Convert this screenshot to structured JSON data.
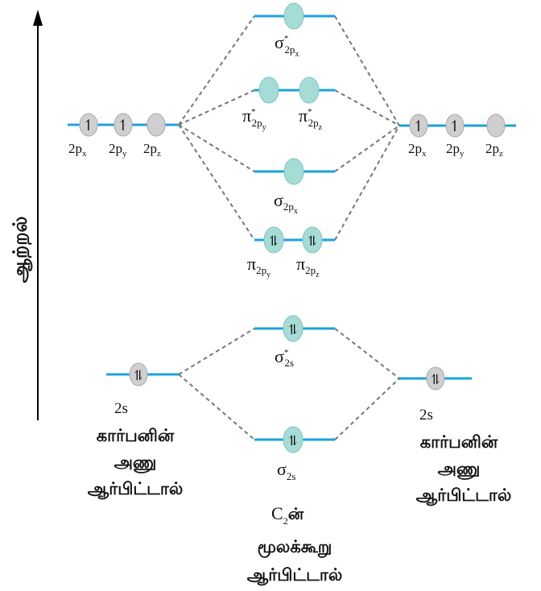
{
  "colors": {
    "level_line": "#1ba3dc",
    "atomic_orbital": "#cfcfcf",
    "molecular_orbital": "#a6dcd6",
    "connector": "#777777"
  },
  "energy_axis_label": "ஆற்றல்",
  "left_atom": {
    "p_labels": {
      "base": "2p",
      "subs": [
        "x",
        "y",
        "z"
      ]
    },
    "s_label": "2s",
    "caption": [
      "கார்பனின்",
      "அணு",
      "ஆர்பிட்டால்"
    ]
  },
  "right_atom": {
    "p_labels": {
      "base": "2p",
      "subs": [
        "x",
        "y",
        "z"
      ]
    },
    "s_label": "2s",
    "caption": [
      "கார்பனின்",
      "அணு",
      "ஆர்பிட்டால்"
    ]
  },
  "molecular_orbitals": {
    "sigma_star_2px": {
      "symbol": "σ",
      "star": "*",
      "sub": "2p",
      "subsub": "x"
    },
    "pi_star_2py": {
      "symbol": "π",
      "star": "*",
      "sub": "2p",
      "subsub": "y"
    },
    "pi_star_2pz": {
      "symbol": "π",
      "star": "*",
      "sub": "2p",
      "subsub": "z"
    },
    "sigma_2px": {
      "symbol": "σ",
      "sub": "2p",
      "subsub": "x"
    },
    "pi_2py": {
      "symbol": "π",
      "sub": "2p",
      "subsub": "y"
    },
    "pi_2pz": {
      "symbol": "π",
      "sub": "2p",
      "subsub": "z"
    },
    "sigma_star_2s": {
      "symbol": "σ",
      "star": "*",
      "sub": "2s"
    },
    "sigma_2s": {
      "symbol": "σ",
      "sub": "2s"
    }
  },
  "molecule_caption": {
    "formula_main": "C",
    "formula_sub": "2",
    "formula_suffix": "ன்",
    "lines": [
      "மூலக்கூறு",
      "ஆர்பிட்டால்"
    ]
  },
  "electron_glyphs": {
    "single": "↿",
    "pair": "⥮"
  }
}
